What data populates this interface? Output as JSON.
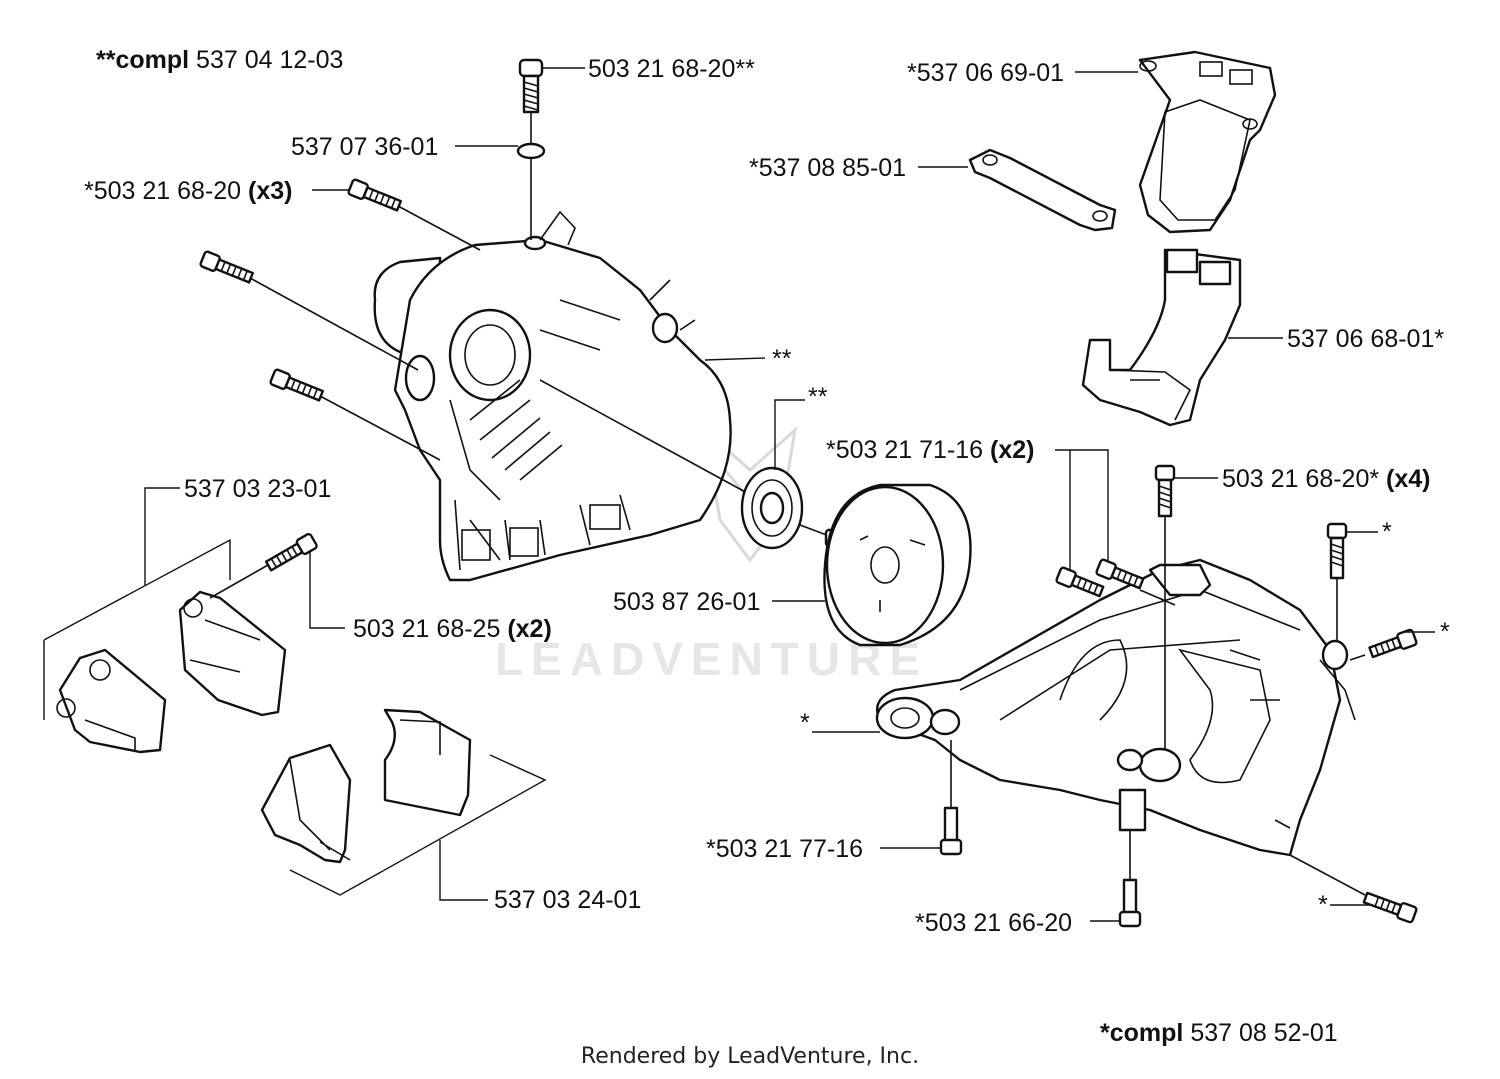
{
  "diagram": {
    "assembly_top": {
      "prefix": "**compl",
      "number": "537 04 12-03"
    },
    "assembly_bottom": {
      "prefix": "*compl",
      "number": "537 08 52-01"
    },
    "watermark": "LEADVENTURE",
    "labels": {
      "bolt_top": "503 21 68-20**",
      "ring": "537 07 36-01",
      "bolt_x3_num": "*503 21 68-20",
      "bolt_x3_qty": "(x3)",
      "crankcase_half_a": "**",
      "bearing": "**",
      "gasket_large": "*537 06 69-01",
      "gasket_small": "*537 08 85-01",
      "cover": "537 06 68-01*",
      "bolt_x2_num": "*503 21 71-16",
      "bolt_x2_qty": "(x2)",
      "bolt_x4_num": "503 21 68-20*",
      "bolt_x4_qty": "(x4)",
      "star_right_top": "*",
      "star_right_mid": "*",
      "star_left_mid": "*",
      "star_bottom_right": "*",
      "clamp_a": "537 03 23-01",
      "bolt_x2b_num": "503 21 68-25",
      "bolt_x2b_qty": "(x2)",
      "flywheel": "503 87 26-01",
      "clamp_b": "537 03 24-01",
      "bolt_bottom_a": "*503 21 77-16",
      "bolt_bottom_b": "*503 21 66-20"
    }
  },
  "footer": "Rendered by LeadVenture, Inc."
}
